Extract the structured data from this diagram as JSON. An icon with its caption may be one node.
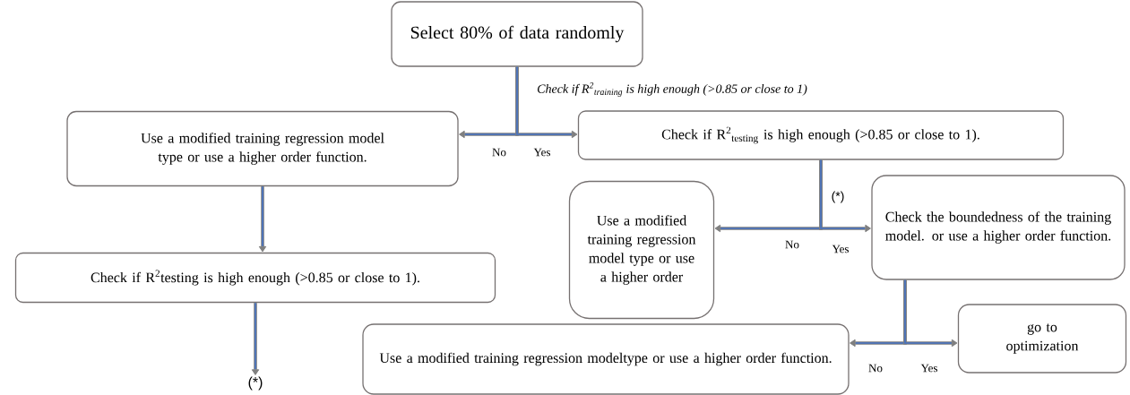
{
  "diagram": {
    "nodes": [
      {
        "text": [
          "Select 80% of data randomly"
        ]
      },
      {
        "text": [
          "Use a modified training regression model type or use a higher order function."
        ]
      },
      {
        "text": [
          "Check if R$^{2}$$_{testing}$ is high enough (>0.85 or close to 1)."
        ]
      },
      {
        "text": [
          "Check if R$^{2}$testing is high enough (>0.85 or close to 1)."
        ]
      },
      {
        "text": [
          "(*)"
        ]
      },
      {
        "text": [
          "Use a modified training regression model type or use a higher order"
        ]
      },
      {
        "text": [
          "Check the boundedness of the training model. or use a higher order function."
        ]
      },
      {
        "text": [
          "Use a modified training regression modeltype or use a higher order function."
        ]
      },
      {
        "text": [
          "go to optimization"
        ]
      }
    ],
    "edges": [
      {
        "from": 0,
        "to": 1,
        "arrow": "to",
        "label": "No"
      },
      {
        "from": 0,
        "to": 2,
        "arrow": "to",
        "label": "Yes"
      },
      {
        "from": 1,
        "to": 3,
        "arrow": "to"
      },
      {
        "from": 3,
        "to": 4,
        "arrow": "to"
      },
      {
        "from": 2,
        "to": 5,
        "arrow": "to",
        "label": "No"
      },
      {
        "from": 2,
        "to": 6,
        "arrow": "to",
        "label": "Yes"
      },
      {
        "from": 6,
        "to": 7,
        "arrow": "to",
        "label": "No"
      },
      {
        "from": 6,
        "to": 8,
        "arrow": "to",
        "label": "Yes"
      }
    ],
    "labels": [
      "Check if R$^{2}$$_{training}$ is high enough (>0.85 or close to 1)",
      "(*)"
    ]
  }
}
